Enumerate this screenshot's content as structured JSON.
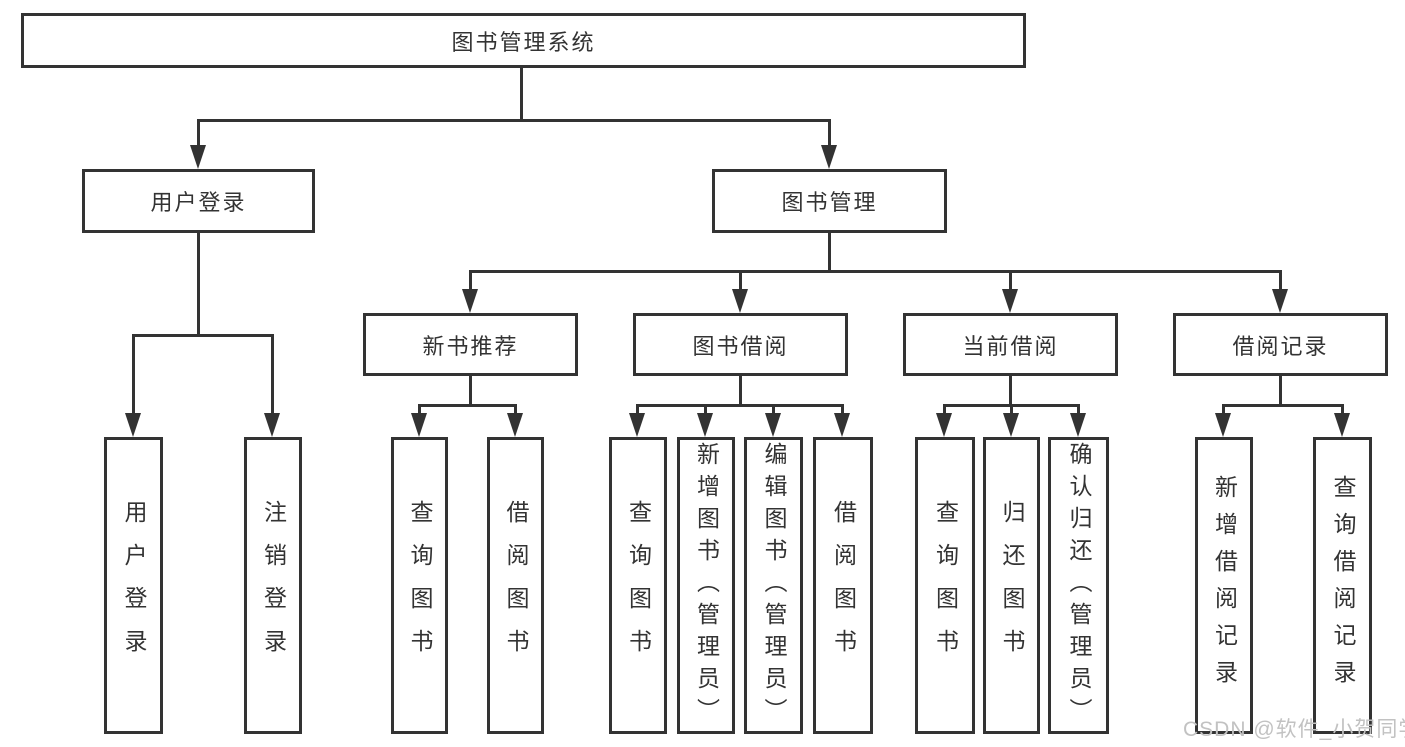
{
  "diagram": {
    "root": "图书管理系统",
    "branches": {
      "user_login": "用户登录",
      "book_management": "图书管理"
    },
    "modules": {
      "new_book_recommend": "新书推荐",
      "book_borrow": "图书借阅",
      "current_borrow": "当前借阅",
      "borrow_records": "借阅记录"
    },
    "leaves": {
      "user_login_leaf": "用户登录",
      "logout": "注销登录",
      "query_book_recommend": "查询图书",
      "borrow_book_recommend": "借阅图书",
      "query_book_borrow": "查询图书",
      "add_book_admin": "新增图书（管理员）",
      "edit_book_admin": "编辑图书（管理员）",
      "borrow_book_borrow": "借阅图书",
      "query_book_current": "查询图书",
      "return_book": "归还图书",
      "confirm_return_admin": "确认归还（管理员）",
      "add_borrow_record": "新增借阅记录",
      "query_borrow_record": "查询借阅记录"
    }
  },
  "watermark": "CSDN @软件_小贺同学",
  "colors": {
    "line": "#333333",
    "box_background": "#ffffff",
    "watermark": "#c2c2c2"
  }
}
